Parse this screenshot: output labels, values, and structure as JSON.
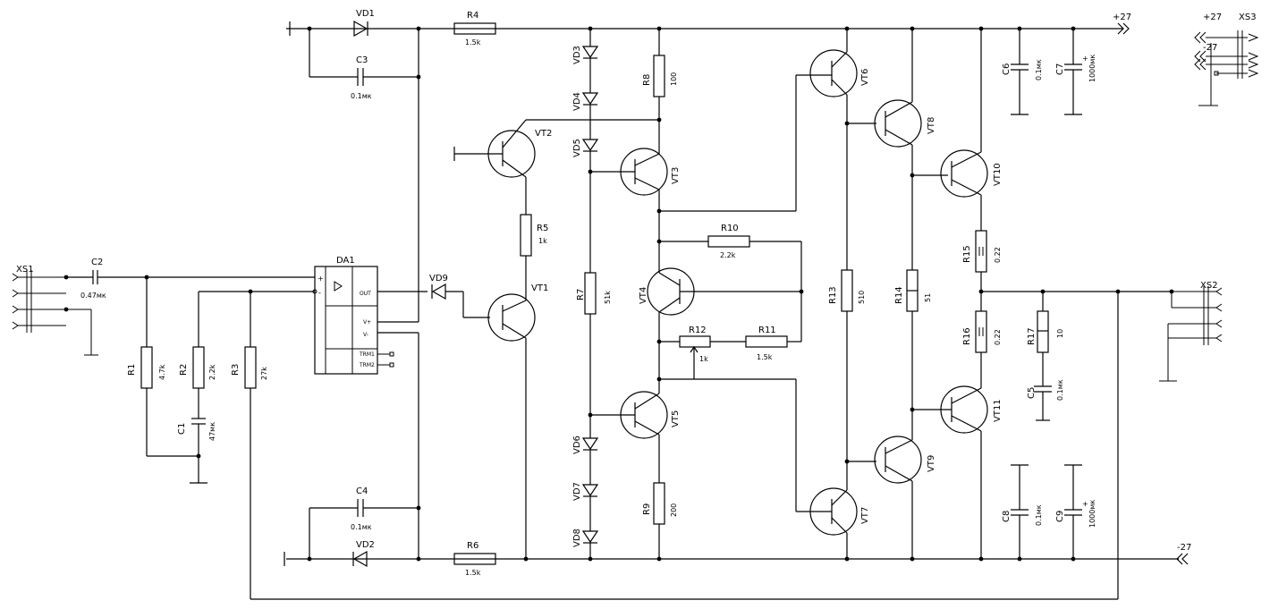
{
  "rails": {
    "pos_top": "+27",
    "neg_bottom": "-27"
  },
  "xs3": {
    "name": "XS3",
    "pos": "+27",
    "neg": "-27"
  },
  "resistors": {
    "R1": {
      "name": "R1",
      "value": "4.7k"
    },
    "R2": {
      "name": "R2",
      "value": "2.2k"
    },
    "R3": {
      "name": "R3",
      "value": "27k"
    },
    "R4": {
      "name": "R4",
      "value": "1.5k"
    },
    "R5": {
      "name": "R5",
      "value": "1k"
    },
    "R6": {
      "name": "R6",
      "value": "1.5k"
    },
    "R7": {
      "name": "R7",
      "value": "51k"
    },
    "R8": {
      "name": "R8",
      "value": "100"
    },
    "R9": {
      "name": "R9",
      "value": "200"
    },
    "R10": {
      "name": "R10",
      "value": "2.2k"
    },
    "R11": {
      "name": "R11",
      "value": "1.5k"
    },
    "R12": {
      "name": "R12",
      "value": "1k"
    },
    "R13": {
      "name": "R13",
      "value": "510"
    },
    "R14": {
      "name": "R14",
      "value": "51"
    },
    "R15": {
      "name": "R15",
      "value": "0.22"
    },
    "R16": {
      "name": "R16",
      "value": "0.22"
    },
    "R17": {
      "name": "R17",
      "value": "10"
    }
  },
  "capacitors": {
    "C1": {
      "name": "C1",
      "value": "47мк"
    },
    "C2": {
      "name": "C2",
      "value": "0.47мк"
    },
    "C3": {
      "name": "C3",
      "value": "0.1мк"
    },
    "C4": {
      "name": "C4",
      "value": "0.1мк"
    },
    "C5": {
      "name": "C5",
      "value": "0.1мк"
    },
    "C6": {
      "name": "C6",
      "value": "0.1мк"
    },
    "C7": {
      "name": "C7",
      "value": "1000мк"
    },
    "C8": {
      "name": "C8",
      "value": "0.1мк"
    },
    "C9": {
      "name": "C9",
      "value": "1000мк"
    }
  },
  "diodes": {
    "VD1": "VD1",
    "VD2": "VD2",
    "VD3": "VD3",
    "VD4": "VD4",
    "VD5": "VD5",
    "VD6": "VD6",
    "VD7": "VD7",
    "VD8": "VD8",
    "VD9": "VD9"
  },
  "transistors": {
    "VT1": "VT1",
    "VT2": "VT2",
    "VT3": "VT3",
    "VT4": "VT4",
    "VT5": "VT5",
    "VT6": "VT6",
    "VT7": "VT7",
    "VT8": "VT8",
    "VT9": "VT9",
    "VT10": "VT10",
    "VT11": "VT11"
  },
  "connectors": {
    "XS1": "XS1",
    "XS2": "XS2",
    "XS3": "XS3"
  },
  "opamp": {
    "name": "DA1",
    "pin_plus": "+",
    "pin_minus": "-",
    "pin_out": "OUT",
    "pin_vpos": "V+",
    "pin_vneg": "V-",
    "pin_trim1": "TRM1",
    "pin_trim2": "TRM2"
  },
  "polarity_plus": "+"
}
